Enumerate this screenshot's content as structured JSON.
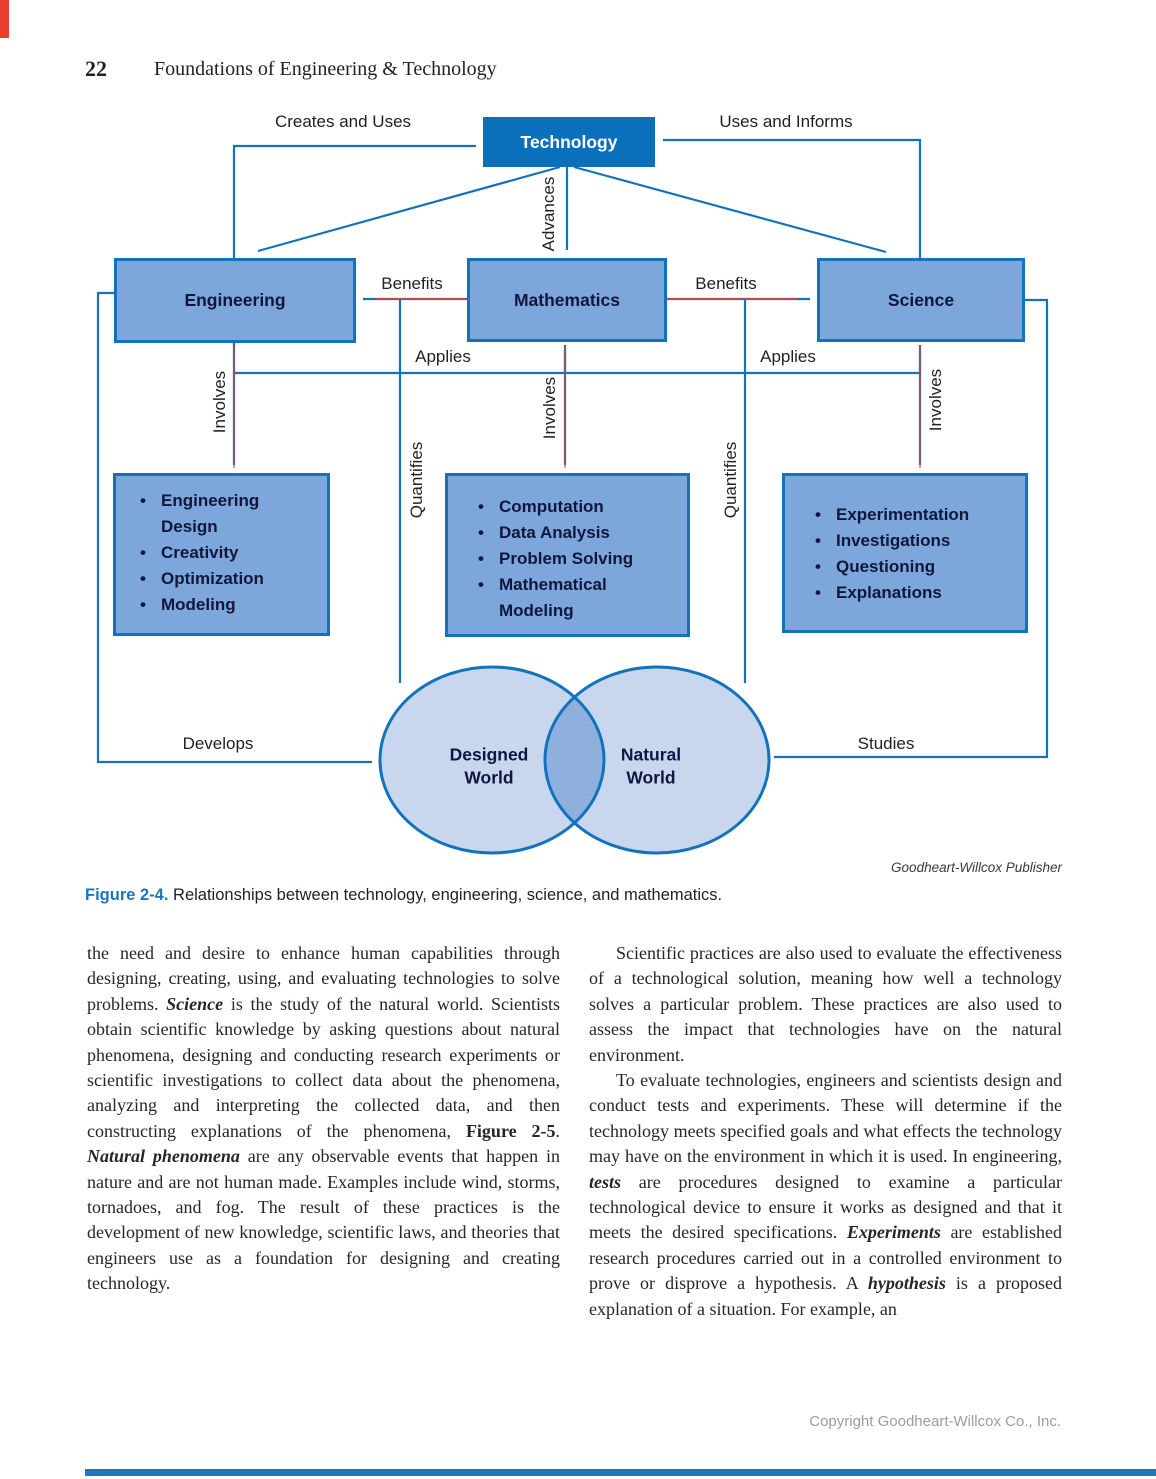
{
  "page": {
    "number": "22",
    "running_head": "Foundations of Engineering & Technology",
    "footer": "Copyright Goodheart-Willcox Co., Inc."
  },
  "figure": {
    "caption_label": "Figure 2-4.",
    "caption_text": "Relationships between technology, engineering, science, and mathematics.",
    "credit": "Goodheart-Willcox Publisher",
    "nodes": {
      "technology": "Technology",
      "engineering": "Engineering",
      "mathematics": "Mathematics",
      "science": "Science",
      "designed_world": "Designed World",
      "natural_world": "Natural World"
    },
    "edge_labels": {
      "creates_and_uses": "Creates and Uses",
      "uses_and_informs": "Uses and Informs",
      "advances": "Advances",
      "benefits_left": "Benefits",
      "benefits_right": "Benefits",
      "applies_left": "Applies",
      "applies_right": "Applies",
      "involves_engineering": "Involves",
      "involves_mathematics": "Involves",
      "involves_science": "Involves",
      "quantifies_left": "Quantifies",
      "quantifies_right": "Quantifies",
      "develops": "Develops",
      "studies": "Studies"
    },
    "lists": {
      "engineering": [
        "Engineering Design",
        "Creativity",
        "Optimization",
        "Modeling"
      ],
      "mathematics": [
        "Computation",
        "Data Analysis",
        "Problem Solving",
        "Mathematical Modeling"
      ],
      "science": [
        "Experimentation",
        "Investigations",
        "Questioning",
        "Explanations"
      ]
    },
    "colors": {
      "primary_blue": "#0b70bc",
      "box_fill": "#7da6da",
      "venn_fill": "#c8d6ee",
      "venn_overlap": "#8fafdd",
      "benefit_red": "#e8402f",
      "caption_blue": "#1b75bc"
    }
  },
  "body": {
    "left_column": {
      "p1": [
        {
          "t": "the need and desire to enhance human capabilities through designing, creating, using, and evaluating technologies to solve problems. "
        },
        {
          "t": "Science",
          "f": "bi"
        },
        {
          "t": " is the study of the natural world. Scientists obtain scientific knowledge by asking questions about natural phenomena, designing and conducting research experiments or scientific investigations to collect data about the phenomena, analyzing and interpreting the collected data, and then constructing explanations of the phenomena, "
        },
        {
          "t": "Figure 2-5",
          "f": "b"
        },
        {
          "t": ". "
        },
        {
          "t": "Natural phenomena",
          "f": "bi"
        },
        {
          "t": " are any observable events that happen in nature and are not human made. Examples include wind, storms, tornadoes, and fog. The result of these practices is the development of new knowledge, scientific laws, and theories that engineers use as a foundation for designing and creating technology."
        }
      ]
    },
    "right_column": {
      "p1": [
        {
          "t": "Scientific practices are also used to evaluate the effectiveness of a technological solution, meaning how well a technology solves a particular problem. These practices are also used to assess the impact that technologies have on the natural environment."
        }
      ],
      "p2": [
        {
          "t": "To evaluate technologies, engineers and scientists design and conduct tests and experiments. These will determine if the technology meets specified goals and what effects the technology may have on the environment in which it is used. In engineering, "
        },
        {
          "t": "tests",
          "f": "bi"
        },
        {
          "t": " are procedures designed to examine a particular technological device to ensure it works as designed and that it meets the desired specifications. "
        },
        {
          "t": "Experiments",
          "f": "bi"
        },
        {
          "t": " are established research procedures carried out in a controlled environment to prove or disprove a hypothesis. A "
        },
        {
          "t": "hypothesis",
          "f": "bi"
        },
        {
          "t": " is a proposed explanation of a situation. For example, an"
        }
      ]
    }
  }
}
